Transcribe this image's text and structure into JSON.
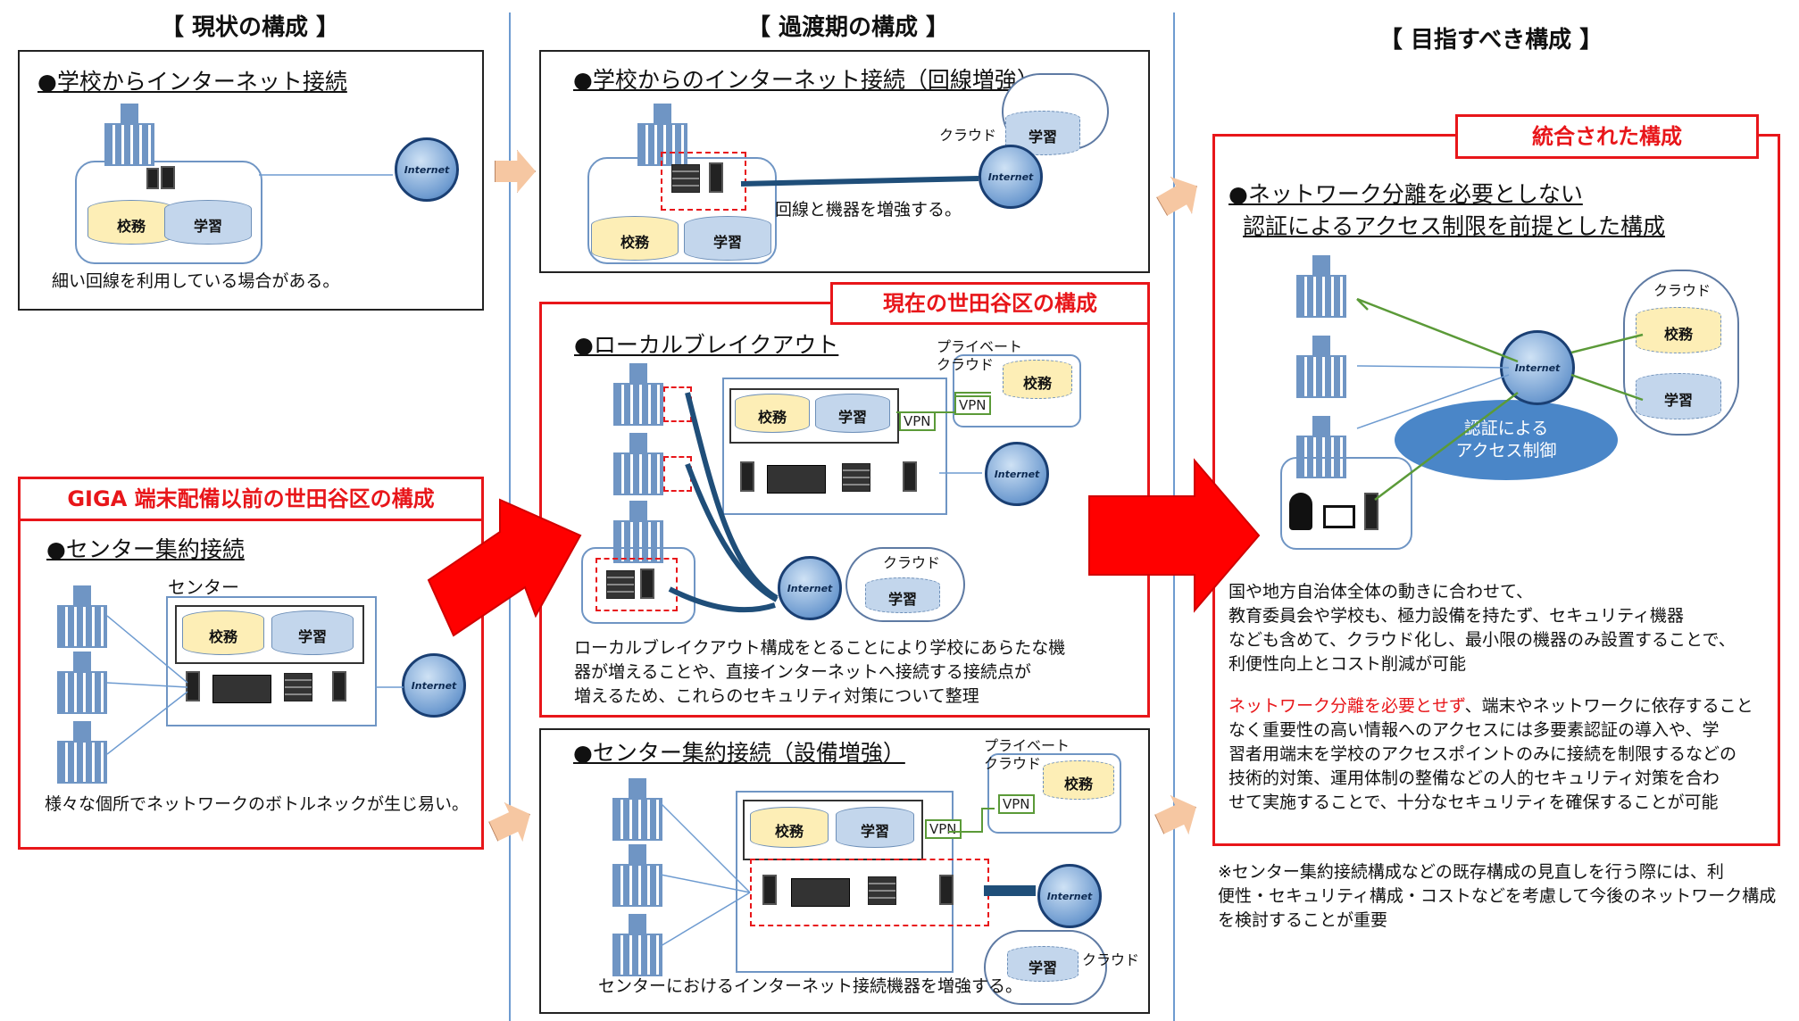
{
  "columns": {
    "current": "【 現状の構成 】",
    "transition": "【 過渡期の構成 】",
    "target": "【 目指すべき構成 】"
  },
  "current": {
    "internet_panel": {
      "title": "●学校からインターネット接続",
      "note": "細い回線を利用している場合がある。",
      "db1": "校務",
      "db2": "学習"
    },
    "giga_label": "GIGA 端末配備以前の世田谷区の構成",
    "center_panel": {
      "title": "●センター集約接続",
      "center_label": "センター",
      "db1": "校務",
      "db2": "学習",
      "note": "様々な個所でネットワークのボトルネックが生じ易い。"
    }
  },
  "transition": {
    "upgrade_panel": {
      "title": "●学校からのインターネット接続（回線増強）",
      "cloud_label": "クラウド",
      "cloud_db": "学習",
      "db1": "校務",
      "db2": "学習",
      "note": "回線と機器を増強する。"
    },
    "setagaya_label": "現在の世田谷区の構成",
    "local_panel": {
      "title": "●ローカルブレイクアウト",
      "private_cloud_1": "プライベート",
      "private_cloud_2": "クラウド",
      "private_db": "校務",
      "vpn1": "VPN",
      "vpn2": "VPN",
      "db1": "校務",
      "db2": "学習",
      "cloud_label": "クラウド",
      "cloud_db": "学習",
      "note_1": "ローカルブレイクアウト構成をとることにより学校にあらたな機",
      "note_2": "器が増えることや、直接インターネットへ接続する接続点が",
      "note_3": "増えるため、これらのセキュリティ対策について整理"
    },
    "center_panel": {
      "title": "●センター集約接続（設備増強）",
      "private_cloud_1": "プライベート",
      "private_cloud_2": "クラウド",
      "private_db": "校務",
      "vpn1": "VPN",
      "vpn2": "VPN",
      "db1": "校務",
      "db2": "学習",
      "cloud_label": "クラウド",
      "cloud_db": "学習",
      "note": "センターにおけるインターネット接続機器を増強する。"
    }
  },
  "target": {
    "integrated_label": "統合された構成",
    "title_1": "●ネットワーク分離を必要としない",
    "title_2": "認証によるアクセス制限を前提とした構成",
    "cloud_label": "クラウド",
    "db1": "校務",
    "db2": "学習",
    "auth_1": "認証による",
    "auth_2": "アクセス制御",
    "para1": [
      "国や地方自治体全体の動きに合わせて、",
      "教育委員会や学校も、極力設備を持たず、セキュリティ機器",
      "なども含めて、クラウド化し、最小限の機器のみ設置することで、",
      "利便性向上とコスト削減が可能"
    ],
    "para2_red": "ネットワーク分離を必要とせず",
    "para2_rest": "、端末やネットワークに依存すること",
    "para2": [
      "なく重要性の高い情報へのアクセスには多要素認証の導入や、学",
      "習者用端末を学校のアクセスポイントのみに接続を制限するなどの",
      "技術的対策、運用体制の整備などの人的セキュリティ対策を合わ",
      "せて実施することで、十分なセキュリティを確保することが可能"
    ],
    "footnote": [
      "※センター集約接続構成などの既存構成の見直しを行う際には、利",
      "便性・セキュリティ構成・コストなどを考慮して今後のネットワーク構成",
      "を検討することが重要"
    ]
  },
  "internet_label": "Internet",
  "colors": {
    "red": "#e8161a",
    "blue": "#6e9bd0",
    "green": "#5b9a38",
    "peach": "#f6c7a2"
  }
}
